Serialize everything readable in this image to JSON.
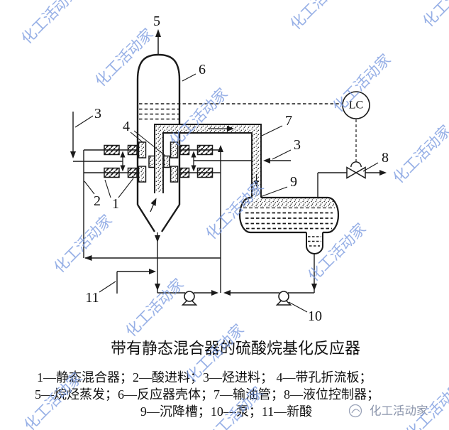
{
  "watermark": {
    "text": "化工活动家",
    "color": "#7b9ae0"
  },
  "logo": {
    "text": "化工活动家",
    "color": "#8c96ac"
  },
  "diagram": {
    "ink": "#1a1a1a",
    "title": "带有静态混合器的硫酸烷基化反应器",
    "legend": {
      "line1": "1—静态混合器；2—酸进料；3—烃进料；  4—带孔折流板；",
      "line2": "5—烷烃蒸发；6—反应器壳体；7—输油管；8—液位控制器；",
      "line3": "9—沉降槽；10—泵；11—新酸"
    },
    "labels": {
      "n1": "1",
      "n2": "2",
      "n3": "3",
      "n4": "4",
      "n5": "5",
      "n6": "6",
      "n7": "7",
      "n8": "8",
      "n9": "9",
      "n10": "10",
      "n11": "11",
      "lc": "LC"
    }
  }
}
